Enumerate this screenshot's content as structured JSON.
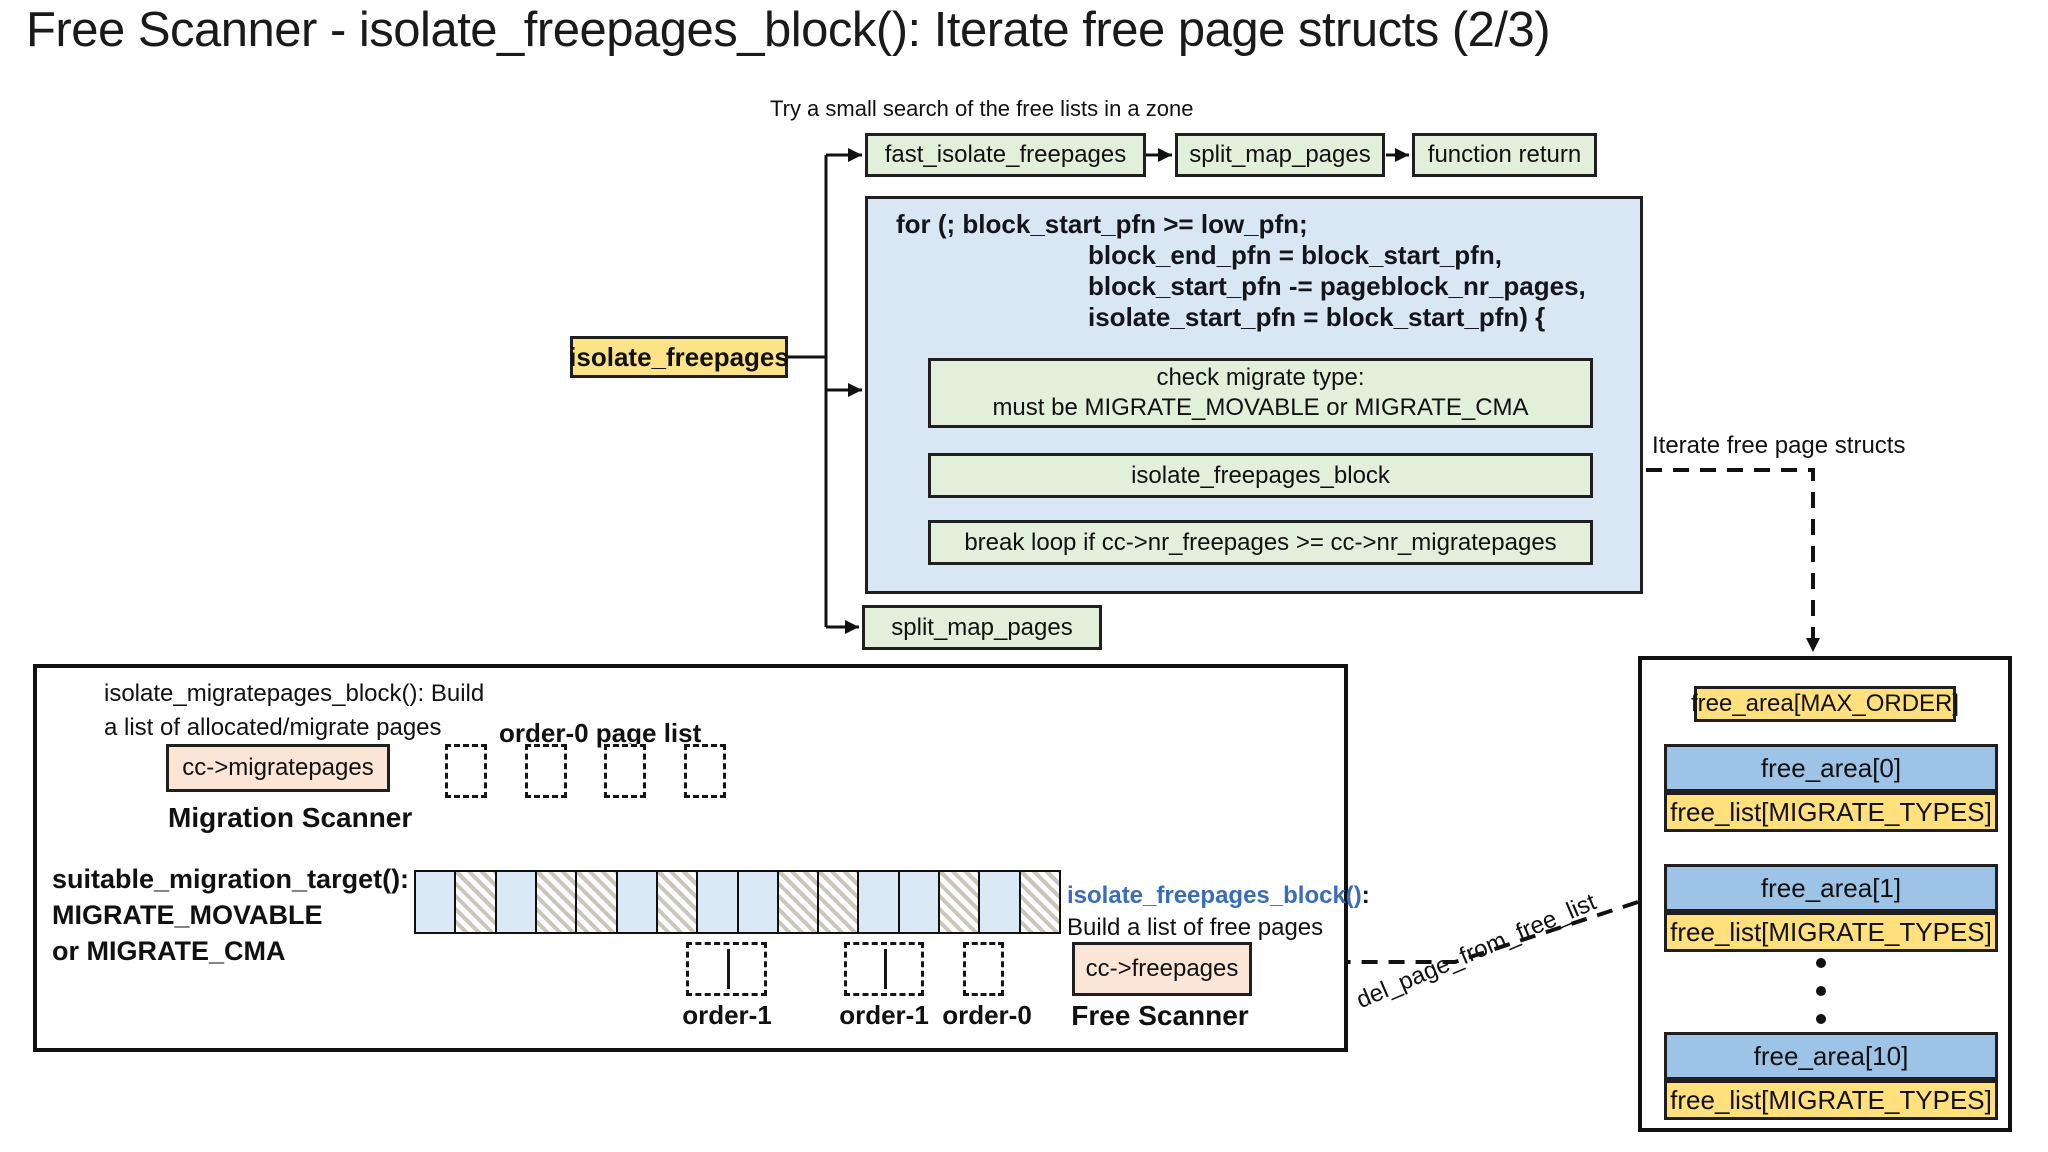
{
  "title": "Free Scanner - isolate_freepages_block(): Iterate free page structs (2/3)",
  "top_flow": {
    "note": "Try a small search of the free lists in a zone",
    "boxes": [
      "fast_isolate_freepages",
      "split_map_pages",
      "function return"
    ]
  },
  "entry_box_label": "isolate_freepages",
  "loop_box": {
    "code_lines": [
      "for (; block_start_pfn >= low_pfn;",
      "block_end_pfn = block_start_pfn,",
      "block_start_pfn -= pageblock_nr_pages,",
      "isolate_start_pfn = block_start_pfn) {"
    ],
    "step1_line1": "check migrate type:",
    "step1_line2": "must be MIGRATE_MOVABLE or MIGRATE_CMA",
    "step2": "isolate_freepages_block",
    "step3": "break loop if cc->nr_freepages >= cc->nr_migratepages"
  },
  "split_box_label": "split_map_pages",
  "iterate_label": "Iterate free page structs",
  "migration_panel": {
    "desc_line1": "isolate_migratepages_block(): Build",
    "desc_line2": "a list of allocated/migrate pages",
    "order0_list_label": "order-0 page list",
    "migratepages_box": "cc->migratepages",
    "migration_scanner_label": "Migration Scanner",
    "suitable_line1": "suitable_migration_target():",
    "suitable_line2": "MIGRATE_MOVABLE",
    "suitable_line3": "or MIGRATE_CMA",
    "pageblock_pattern": [
      "blue",
      "hatch",
      "blue",
      "hatch",
      "hatch",
      "blue",
      "hatch",
      "blue",
      "blue",
      "hatch",
      "hatch",
      "blue",
      "blue",
      "hatch",
      "blue",
      "hatch"
    ],
    "freepages_fn": "isolate_freepages_block()",
    "freepages_colon": ":",
    "freepages_desc": "Build a list of free pages",
    "freepages_box": "cc->freepages",
    "free_scanner_label": "Free Scanner",
    "order_label_1": "order-1",
    "order_label_2": "order-1",
    "order_label_3": "order-0"
  },
  "free_area_panel": {
    "max_order_box": "free_area[MAX_ORDER]",
    "rows": [
      {
        "area": "free_area[0]",
        "list": "free_list[MIGRATE_TYPES]"
      },
      {
        "area": "free_area[1]",
        "list": "free_list[MIGRATE_TYPES]"
      },
      {
        "area": "free_area[10]",
        "list": "free_list[MIGRATE_TYPES]"
      }
    ]
  },
  "del_page_label": "del_page_from_free_list",
  "colors": {
    "step_green": "#e2efda",
    "loop_blue": "#d9e7f5",
    "entry_yellow": "#fde388",
    "list_pink": "#fbe5d6",
    "free_area_blue": "#9dc3e6",
    "free_list_yellow": "#ffe07d",
    "pageblock_blue": "#dbe8f6",
    "fn_link_blue": "#3a6db8"
  }
}
